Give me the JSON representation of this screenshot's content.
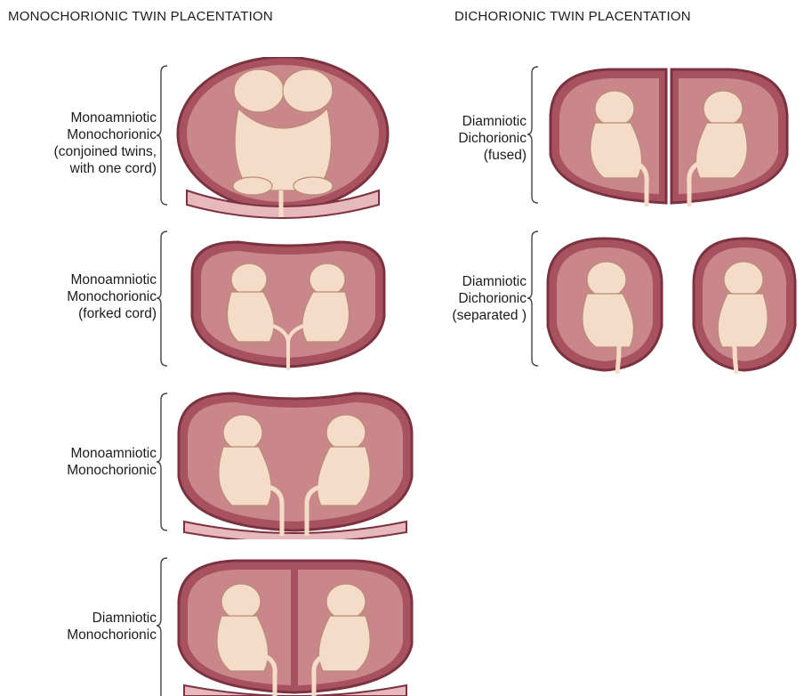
{
  "left_column": {
    "title": "MONOCHORIONIC TWIN PLACENTATION",
    "cases": [
      {
        "lines": [
          "Monoamniotic",
          "Monochorionic",
          "(conjoined twins,",
          "with one cord)"
        ]
      },
      {
        "lines": [
          "Monoamniotic",
          "Monochorionic",
          "(forked cord)"
        ]
      },
      {
        "lines": [
          "Monoamniotic",
          "Monochorionic"
        ]
      },
      {
        "lines": [
          "Diamniotic",
          "Monochorionic"
        ]
      }
    ]
  },
  "right_column": {
    "title": "DICHORIONIC TWIN PLACENTATION",
    "cases": [
      {
        "lines": [
          "Diamniotic",
          "Dichorionic",
          "(fused)"
        ]
      },
      {
        "lines": [
          "Diamniotic",
          "Dichorionic",
          "(separated )"
        ]
      }
    ]
  },
  "colors": {
    "chorion": "#a9525f",
    "chorion_edge": "#7c3340",
    "membrane_light": "#e7b9bc",
    "fluid": "#c98789",
    "fetus": "#f4dcc8",
    "fetus_line": "#b98a78"
  }
}
